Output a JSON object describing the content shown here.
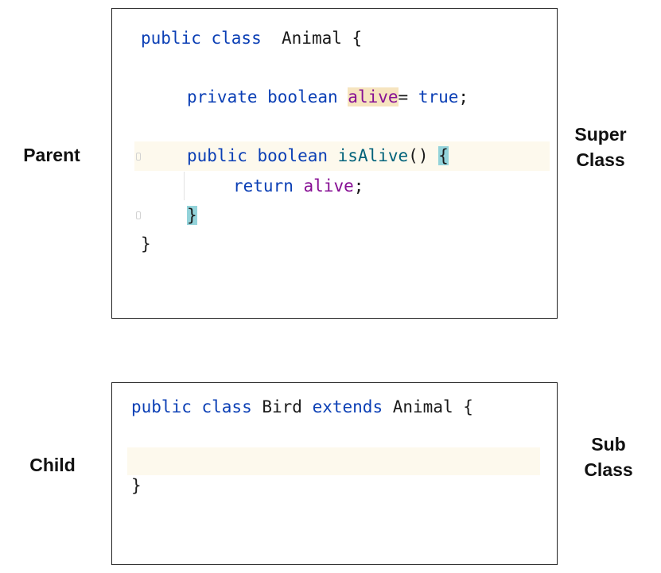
{
  "labels": {
    "parent": "Parent",
    "child": "Child",
    "super_line1": "Super",
    "super_line2": "Class",
    "sub_line1": "Sub",
    "sub_line2": "Class"
  },
  "parent_code": {
    "line1": {
      "kw": "public class ",
      "name": " Animal {"
    },
    "line2": {
      "kw": "private boolean ",
      "field": "alive",
      "eq": "= ",
      "val": "true",
      "semi": ";"
    },
    "line3": {
      "kw": "public boolean ",
      "method": "isAlive",
      "parens": "() ",
      "brace": "{"
    },
    "line4": {
      "kw": "return ",
      "field": "alive",
      "semi": ";"
    },
    "line5": {
      "brace": "}"
    },
    "line6": {
      "brace": "}"
    }
  },
  "child_code": {
    "line1": {
      "kw1": "public class ",
      "name": "Bird ",
      "kw2": "extends ",
      "parent": "Animal {"
    },
    "line3": {
      "brace": "}"
    }
  },
  "colors": {
    "keyword": "#0b3fb5",
    "field": "#871094",
    "method": "#00627a",
    "field_highlight": "#f6e4bf",
    "brace_highlight": "#93d3da",
    "line_highlight": "#fdf9ed"
  }
}
